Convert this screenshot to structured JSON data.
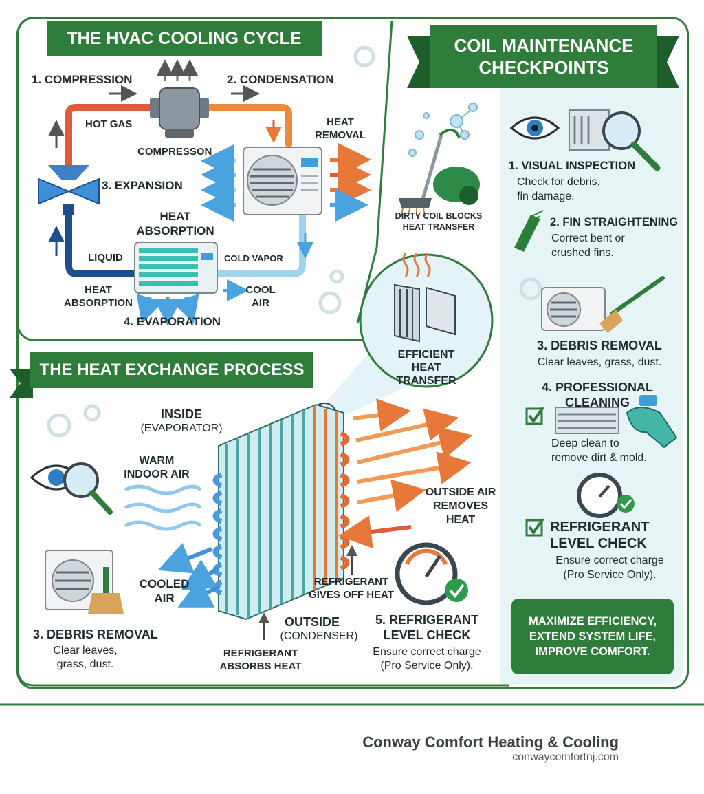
{
  "cycle": {
    "title": "THE HVAC COOLING CYCLE",
    "step1": "1. COMPRESSION",
    "step2": "2. CONDENSATION",
    "step3": "3. EXPANSION",
    "step4": "4. EVAPORATION",
    "hot_gas": "HOT GAS",
    "compressor": "COMPRESSON",
    "heat_removal": "HEAT\nREMOVAL",
    "heat_absorption_top": "HEAT\nABSORPTION",
    "liquid": "LIQUID",
    "cold_vapor": "COLD VAPOR",
    "heat_absorption_left": "HEAT\nABSORPTION",
    "cool_air": "COOL\nAIR"
  },
  "exchange": {
    "title": "THE HEAT EXCHANGE PROCESS",
    "inside": "INSIDE",
    "inside_sub": "(EVAPORATOR)",
    "warm_air": "WARM\nINDOOR AIR",
    "outside_air": "OUTSIDE AIR\nREMOVES\nHEAT",
    "cooled_air": "COOLED\nAIR",
    "refrigerant_gives": "REFRIGERANT\nGIVES OFF HEAT",
    "outside": "OUTSIDE",
    "outside_sub": "(CONDENSER)",
    "refrigerant_absorbs": "REFRIGERANT\nABSORBS HEAT",
    "debris_title": "3. DEBRIS REMOVAL",
    "debris_desc": "Clear leaves,\ngrass, dust.",
    "level_title": "5. REFRIGERANT\nLEVEL CHECK",
    "level_desc": "Ensure correct charge\n(Pro Service Only).",
    "efficient": "EFFICIENT\nHEAT\nTRANSFER",
    "dirty_coil": "DIRTY COIL BLOCKS\nHEAT TRANSFER"
  },
  "maintenance": {
    "title": "COIL MAINTENANCE\nCHECKPOINTS",
    "items": [
      {
        "title": "1. VISUAL INSPECTION",
        "desc": "Check for debris,\nfin damage."
      },
      {
        "title": "2. FIN STRAIGHTENING",
        "desc": "Correct bent or\ncrushed fins."
      },
      {
        "title": "3. DEBRIS REMOVAL",
        "desc": "Clear leaves, grass, dust."
      },
      {
        "title": "4. PROFESSIONAL\nCLEANING",
        "desc": "Deep clean to\nremove dirt & mold."
      },
      {
        "title": "REFRIGERANT\nLEVEL CHECK",
        "desc": "Ensure correct charge\n(Pro Service Only)."
      }
    ],
    "footer_box": "MAXIMIZE EFFICIENCY,\nEXTEND SYSTEM LIFE,\nIMPROVE COMFORT."
  },
  "brand": {
    "name": "Conway Comfort Heating & Cooling",
    "url": "conwaycomfortnj.com"
  },
  "colors": {
    "green": "#2e7d3b",
    "hot": "#e8773a",
    "cold": "#4aa3df",
    "coil": "#7fd0d0"
  }
}
